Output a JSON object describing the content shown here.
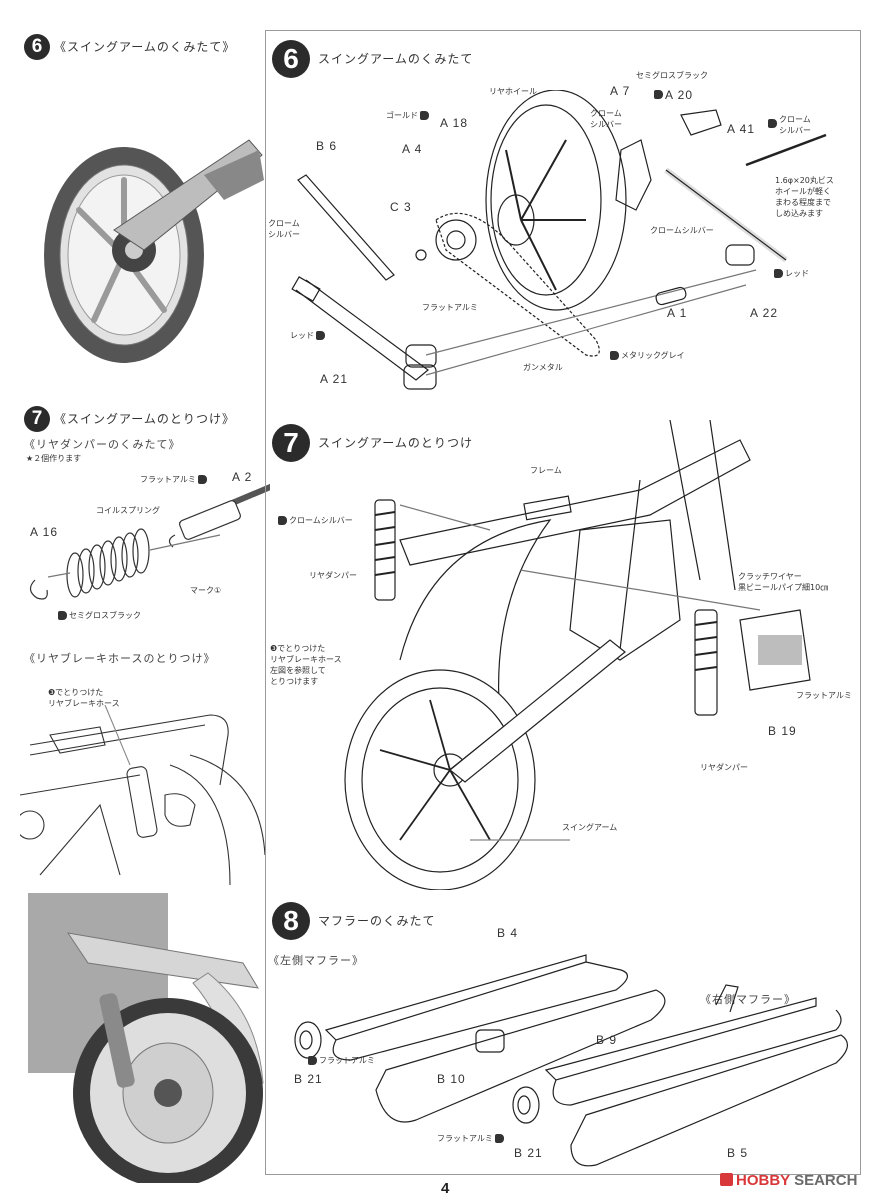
{
  "page_number": "4",
  "watermark": {
    "brand_a": "HOBBY",
    "brand_b": "SEARCH",
    "color": "#d9383a"
  },
  "left_column": {
    "step6": {
      "number": "6",
      "title": "《スイングアームのくみたて》"
    },
    "step7": {
      "number": "7",
      "title": "《スイングアームのとりつけ》",
      "damper_heading": "《リヤダンパーのくみたて》",
      "damper_note": "★２個作ります",
      "labels": {
        "flat_alu": "フラットアルミ",
        "a2": "A 2",
        "coil_spring": "コイルスプリング",
        "a16": "A 16",
        "mark": "マーク①",
        "semigloss_black": "セミグロスブラック",
        "chrome_silver": "クロームシルバー"
      },
      "brake_heading": "《リヤブレーキホースのとりつけ》",
      "brake_note_1": "❸でとりつけた",
      "brake_note_2": "リヤブレーキホース"
    }
  },
  "right_panel": {
    "step6": {
      "number": "6",
      "title": "スイングアームのくみたて",
      "labels": {
        "rear_wheel": "リヤホイール",
        "gold": "ゴールド",
        "a18": "A 18",
        "semigloss_black": "セミグロスブラック",
        "a7": "A 7",
        "a20": "A 20",
        "chrome_silver_1": "クローム",
        "chrome_silver_2": "シルバー",
        "a41": "A 41",
        "b6": "B 6",
        "a4": "A 4",
        "c3": "C 3",
        "screw_note_1": "1.6φ×20丸ビス",
        "screw_note_2": "ホイールが軽く",
        "screw_note_3": "まわる程度まで",
        "screw_note_4": "しめ込みます",
        "chrome_silver_full": "クロームシルバー",
        "red": "レッド",
        "flat_alu": "フラットアルミ",
        "a1": "A 1",
        "a22": "A 22",
        "a21": "A 21",
        "gunmetal": "ガンメタル",
        "metallic_gray": "メタリックグレイ"
      }
    },
    "step7": {
      "number": "7",
      "title": "スイングアームのとりつけ",
      "labels": {
        "frame": "フレーム",
        "rear_damper": "リヤダンパー",
        "clutch_1": "クラッチワイヤー",
        "clutch_2": "黒ビニールパイプ細10㎝",
        "hose_1": "❸でとりつけた",
        "hose_2": "リヤブレーキホース",
        "hose_3": "左図を参照して",
        "hose_4": "とりつけます",
        "flat_alu": "フラットアルミ",
        "b19": "B 19",
        "rear_damper_2": "リヤダンパー",
        "swing_arm": "スイングアーム"
      }
    },
    "step8": {
      "number": "8",
      "title": "マフラーのくみたて",
      "left_muffler": "《左側マフラー》",
      "right_muffler": "《右側マフラー》",
      "labels": {
        "b4": "B 4",
        "flat_alu": "フラットアルミ",
        "b21": "B 21",
        "b10": "B 10",
        "b9": "B 9",
        "b5": "B 5"
      }
    }
  }
}
